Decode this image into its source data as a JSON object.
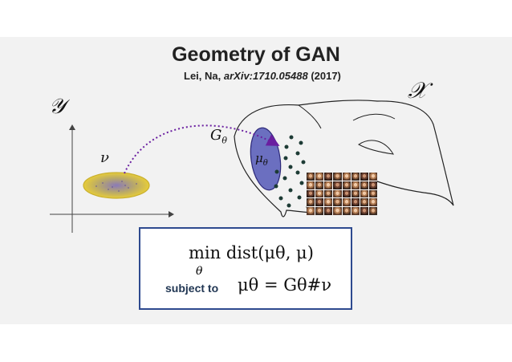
{
  "title": "Geometry of GAN",
  "citation": {
    "authors": "Lei, Na,",
    "arxiv": "arXiv:1710.05488",
    "year": "(2017)"
  },
  "labels": {
    "latent_space": "𝒴",
    "data_space": "𝒳",
    "prior": "ν",
    "generator": "G",
    "generator_sub": "θ",
    "measure": "μ",
    "measure_sub": "θ"
  },
  "formula": {
    "objective": "dist(μθ, μ)",
    "min_op": "min",
    "min_subscript": "θ",
    "constraint_label": "subject to",
    "constraint": "μθ = Gθ#ν"
  },
  "colors": {
    "slide_bg": "#f2f2f2",
    "box_border": "#2e4a8f",
    "ellipse_fill": "#6b6fc0",
    "prior_fill": "#e0c040",
    "arrow": "#6a1fa0",
    "dots": "#1d3b35"
  }
}
